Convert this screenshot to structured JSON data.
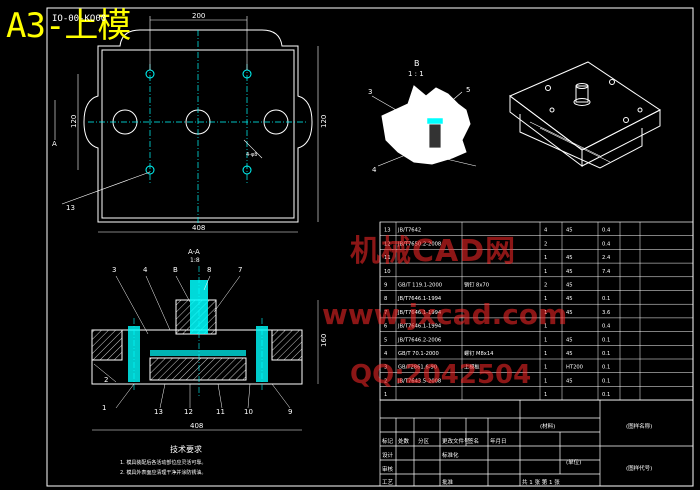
{
  "title": "A3-上模",
  "drawing_no": "IO-00-KO00",
  "watermarks": {
    "line1": "机械CAD网",
    "line2": "www.jxcad.com",
    "line3": "QQ:2042504"
  },
  "top_view": {
    "dim_top": "200",
    "dim_right": "120",
    "dim_left": "120",
    "dim_bottom": "408",
    "label_a": "A",
    "callout_13": "13",
    "note_hole": "4-φ8"
  },
  "detail_view": {
    "title": "B",
    "scale": "1 : 1",
    "callouts": [
      "3",
      "5",
      "4"
    ]
  },
  "section_view": {
    "title": "A-A",
    "scale": "1:8",
    "callouts_top": [
      "3",
      "4",
      "B",
      "8",
      "7"
    ],
    "callouts_bottom": [
      "1",
      "2",
      "13",
      "12",
      "11",
      "10",
      "9"
    ],
    "dim_bottom": "408",
    "dim_right": "160"
  },
  "tech_req": {
    "heading": "技术要求",
    "lines": [
      "1. 模具装配后各活动部位应灵活可靠。",
      "2. 模具外表面应清理干净并涂防锈油。"
    ]
  },
  "bom_rows": [
    [
      "13",
      "JB/T7642",
      "",
      "4",
      "45",
      "0.4"
    ],
    [
      "12",
      "JB/T7650.2-2008",
      "",
      "2",
      "",
      "0.4"
    ],
    [
      "11",
      "",
      "",
      "1",
      "45",
      "2.4"
    ],
    [
      "10",
      "",
      "",
      "1",
      "45",
      "7.4"
    ],
    [
      "9",
      "GB/T 119.1-2000",
      "销钉 8x70",
      "2",
      "45",
      ""
    ],
    [
      "8",
      "JB/T7646.1-1994",
      "",
      "1",
      "45",
      "0.1"
    ],
    [
      "7",
      "JB/T7646.1-1994",
      "",
      "1",
      "45",
      "3.6"
    ],
    [
      "6",
      "JB/T7646.1-1994",
      "",
      "1",
      "",
      "0.4"
    ],
    [
      "5",
      "JB/T7646.2-2006",
      "",
      "1",
      "45",
      "0.1"
    ],
    [
      "4",
      "GB/T 70.1-2000",
      "螺钉 M8x14",
      "1",
      "45",
      "0.1"
    ],
    [
      "3",
      "GB/T2861.6-90",
      "上模板",
      "1",
      "HT200",
      "0.1"
    ],
    [
      "2",
      "JB/T7643.5-2008",
      "",
      "1",
      "45",
      "0.1"
    ],
    [
      "1",
      "",
      "",
      "1",
      "",
      "0.1"
    ]
  ],
  "title_block": {
    "material": "(材料)",
    "name": "(图样名称)",
    "code": "(图样代号)",
    "unit": "(单位)",
    "labels": [
      "标记",
      "处数",
      "分区",
      "更改文件号",
      "签名",
      "年月日",
      "设计",
      "标准化",
      "审核",
      "工艺",
      "批准"
    ],
    "scale_row": "共 1 张  第 1 张"
  }
}
